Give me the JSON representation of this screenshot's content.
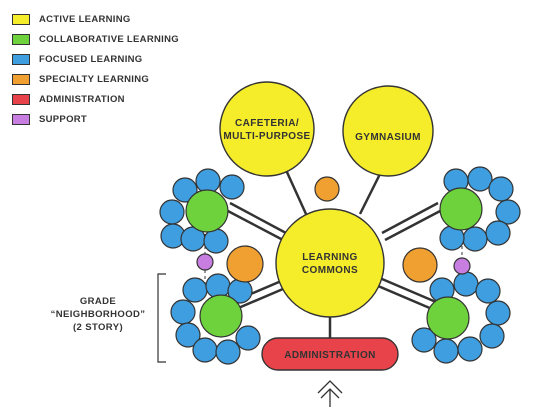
{
  "legend": [
    {
      "label": "ACTIVE LEARNING",
      "color": "#f5ec2a"
    },
    {
      "label": "COLLABORATIVE LEARNING",
      "color": "#6ed23c"
    },
    {
      "label": "FOCUSED LEARNING",
      "color": "#3f9ee0"
    },
    {
      "label": "SPECIALTY LEARNING",
      "color": "#f0a030"
    },
    {
      "label": "ADMINISTRATION",
      "color": "#e8434a"
    },
    {
      "label": "SUPPORT",
      "color": "#c77ee0"
    }
  ],
  "nodes": {
    "cafeteria": {
      "line1": "CAFETERIA/",
      "line2": "MULTI-PURPOSE"
    },
    "gymnasium": {
      "label": "GYMNASIUM"
    },
    "learning_commons": {
      "line1": "LEARNING",
      "line2": "COMMONS"
    },
    "administration": {
      "label": "ADMINISTRATION"
    }
  },
  "grade_neighborhood": {
    "line1": "GRADE",
    "line2": "“NEIGHBORHOOD”",
    "line3": "(2 STORY)"
  },
  "colors": {
    "active": "#f5ec2a",
    "collaborative": "#6ed23c",
    "focused": "#3f9ee0",
    "specialty": "#f0a030",
    "administration": "#e8434a",
    "support": "#c77ee0",
    "ink": "#333333"
  }
}
